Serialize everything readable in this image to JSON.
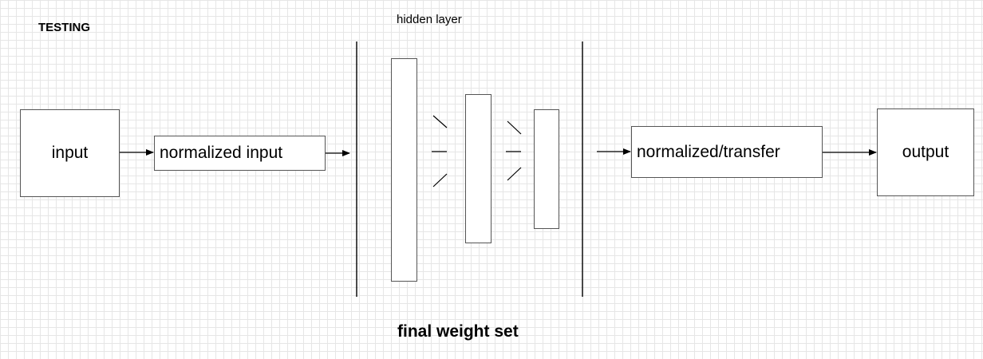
{
  "diagram": {
    "mode_label": "TESTING",
    "hidden_layer_label": "hidden layer",
    "footer_label": "final weight set",
    "nodes": {
      "input": "input",
      "normalized_input": "normalized input",
      "normalized_transfer": "normalized/transfer",
      "output": "output"
    }
  },
  "colors": {
    "stroke": "#000000",
    "box_border": "#555555",
    "grid": "#e6e6e6",
    "background": "#ffffff"
  }
}
